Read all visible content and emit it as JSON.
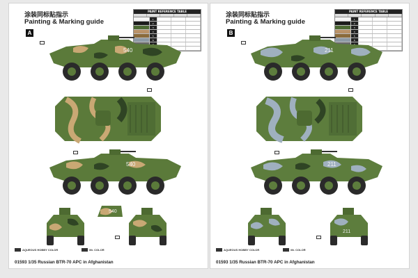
{
  "sheets": [
    {
      "badge": "A",
      "title_cn": "涂装同标贴指示",
      "title_en": "Painting & Marking guide",
      "turret_number": "540",
      "camo": {
        "base": "#5b7a3a",
        "light": "#c9a874",
        "dark": "#2f4424",
        "mid": "#8aa058",
        "tyre": "#2a2a2a"
      },
      "footer_title": "01593 1/35 Russian BTR-70 APC in Afghanistan"
    },
    {
      "badge": "B",
      "title_cn": "涂装同标贴指示",
      "title_en": "Painting & Marking guide",
      "turret_number": "211",
      "camo": {
        "base": "#5d7d3d",
        "light": "#9fb0bf",
        "dark": "#2f4424",
        "mid": "#839a5c",
        "tyre": "#2a2a2a"
      },
      "footer_title": "01593 1/35 Russian BTR-70 APC in Afghanistan"
    }
  ],
  "reference_table": {
    "title": "PAINT REFERENCE TABLE",
    "swatch_colors": [
      "#f4f4f4",
      "#1b1b1b",
      "#4c6a33",
      "#b99268",
      "#8b6b3b",
      "#8d9aa5",
      "#6a6a6a",
      "#c9c9c9"
    ],
    "row_index": [
      "1",
      "2",
      "3",
      "4",
      "5",
      "6",
      "7",
      "8"
    ]
  },
  "footer_logos": [
    "AQUEOUS HOBBY COLOR",
    "Mr. COLOR"
  ]
}
